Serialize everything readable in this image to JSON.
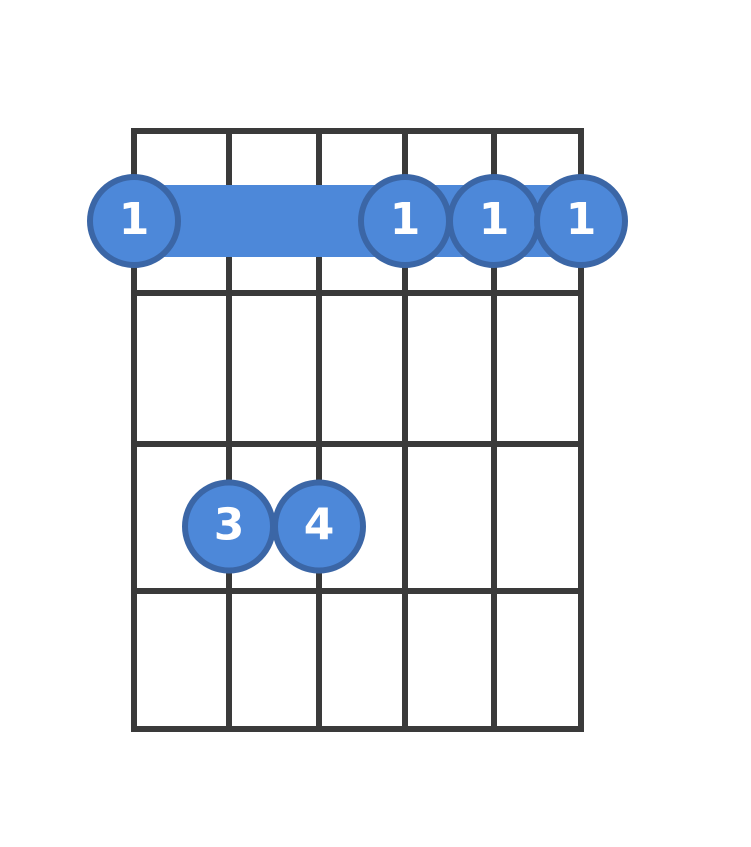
{
  "chord_diagram": {
    "strings": 6,
    "frets_shown": 4,
    "colors": {
      "grid": "#3a3a3a",
      "dot_fill": "#4d88d9",
      "dot_stroke": "#3b66a6",
      "label": "#ffffff",
      "background": "#ffffff"
    },
    "barre": {
      "fret": 1,
      "from_string": 1,
      "to_string": 6,
      "finger": "1"
    },
    "fingers": [
      {
        "fret": 1,
        "string": 1,
        "label": "1"
      },
      {
        "fret": 1,
        "string": 4,
        "label": "1"
      },
      {
        "fret": 1,
        "string": 5,
        "label": "1"
      },
      {
        "fret": 1,
        "string": 6,
        "label": "1"
      },
      {
        "fret": 3,
        "string": 2,
        "label": "3"
      },
      {
        "fret": 3,
        "string": 3,
        "label": "4"
      }
    ]
  }
}
